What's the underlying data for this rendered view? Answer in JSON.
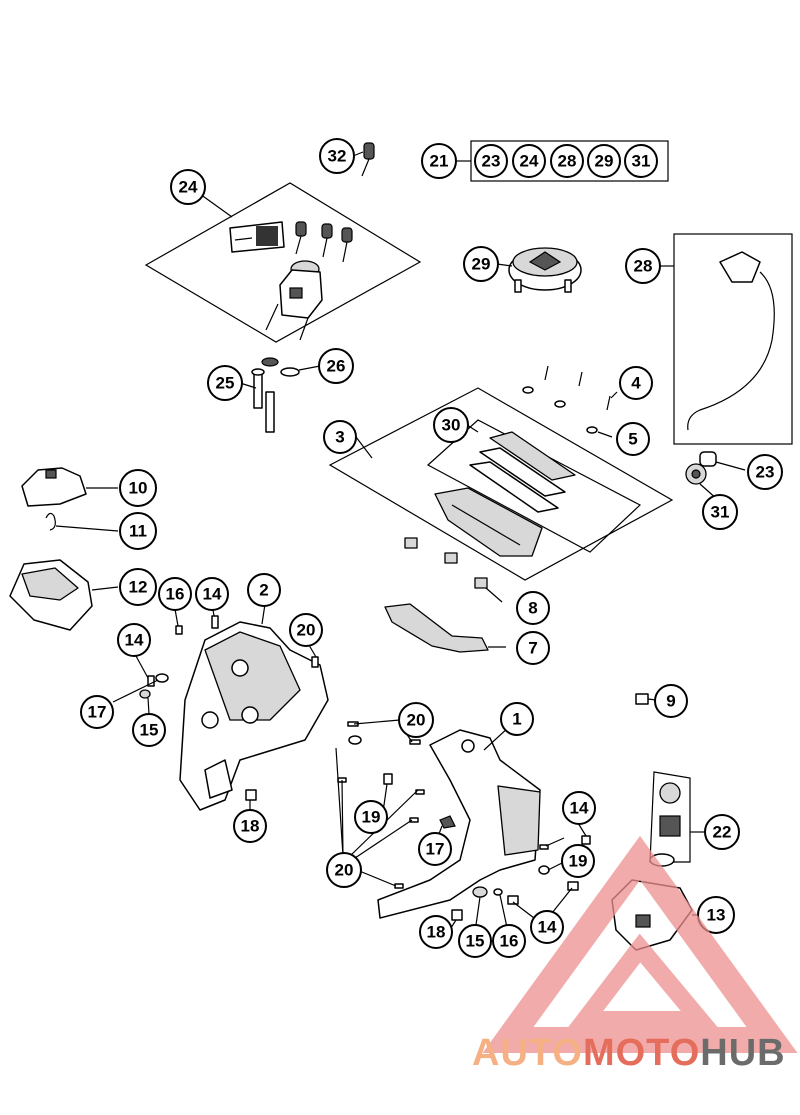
{
  "callouts": {
    "c1": "1",
    "c2": "2",
    "c3": "3",
    "c4": "4",
    "c5": "5",
    "c7": "7",
    "c8": "8",
    "c9": "9",
    "c10": "10",
    "c11": "11",
    "c12": "12",
    "c13": "13",
    "c14a": "14",
    "c14b": "14",
    "c14c": "14",
    "c14d": "14",
    "c15a": "15",
    "c15b": "15",
    "c16a": "16",
    "c16b": "16",
    "c17a": "17",
    "c17b": "17",
    "c18a": "18",
    "c18b": "18",
    "c19a": "19",
    "c19b": "19",
    "c20a": "20",
    "c20b": "20",
    "c20c": "20",
    "c21": "21",
    "c22": "22",
    "c23": "23",
    "c24": "24",
    "c25": "25",
    "c26": "26",
    "c28": "28",
    "c29": "29",
    "c30": "30",
    "c31": "31",
    "c32": "32"
  },
  "kit_group": [
    "23",
    "24",
    "28",
    "29",
    "31"
  ],
  "watermark": {
    "part1": "AUTO",
    "part2": "MOTO",
    "part3": "HUB",
    "color_auto": "#f5b183",
    "color_moto": "#e56d5c",
    "color_hub": "#6b6b6b",
    "triangle_color": "#ee8f8f"
  }
}
